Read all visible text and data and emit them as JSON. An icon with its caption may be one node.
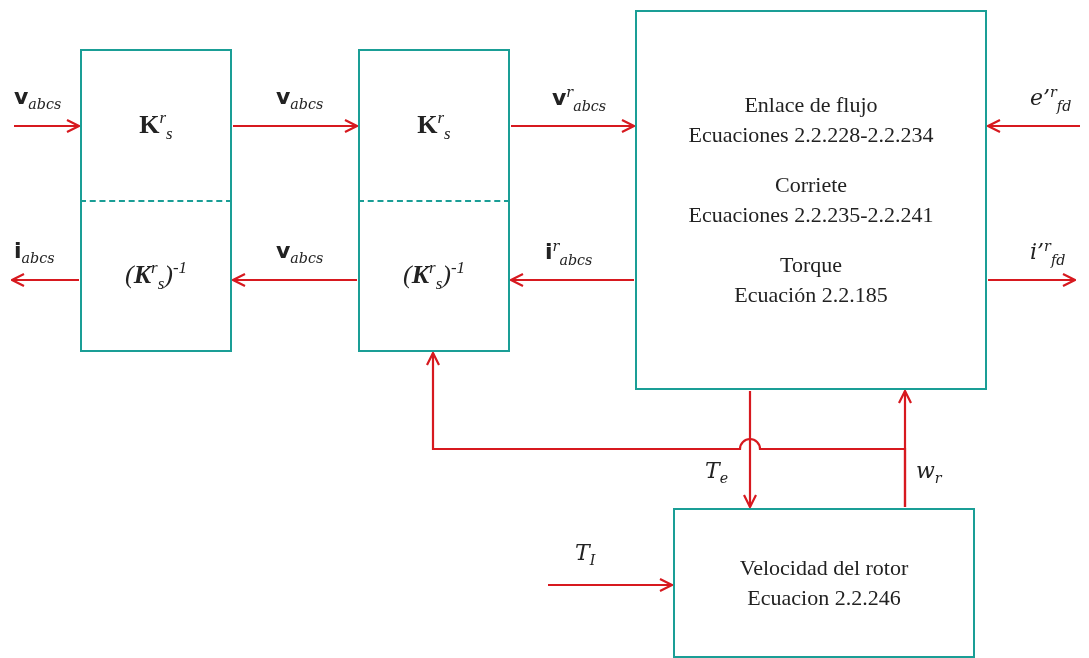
{
  "diagram": {
    "nodes": [
      {
        "text": [
          "**K**$^{r}$$_{s}$"
        ]
      },
      {
        "text": [
          "(**K**$^{r}$$_{s}$)$^{-1}$"
        ]
      },
      {
        "text": [
          "**K**$^{r}$$_{s}$"
        ]
      },
      {
        "text": [
          "(**K**$^{r}$$_{s}$)$^{-1}$"
        ]
      },
      {
        "text": [
          "Enlace de flujo",
          "Ecuaciones 2.2.228-2.2.234",
          "Corriete",
          "Ecuaciones 2.2.235-2.2.241",
          "Torque",
          "Ecuación 2.2.185"
        ]
      },
      {
        "text": [
          "Velocidad del rotor",
          "Ecuacion 2.2.246"
        ]
      }
    ],
    "edges": [
      {
        "from": null,
        "to": 0,
        "arrow": "to",
        "label": "**v**$_{abcs}$"
      },
      {
        "from": 0,
        "to": 2,
        "arrow": "to",
        "label": "**v**$_{abcs}$"
      },
      {
        "from": 2,
        "to": 4,
        "arrow": "to",
        "label": "**v**$^{r}$$_{abcs}$"
      },
      {
        "from": null,
        "to": 4,
        "arrow": "to",
        "label": "*e’*$^{r}$$_{fd}$"
      },
      {
        "from": 4,
        "to": 3,
        "arrow": "to",
        "label": "**i**$^{r}$$_{abcs}$"
      },
      {
        "from": 3,
        "to": 1,
        "arrow": "to",
        "label": "**v**$_{abcs}$"
      },
      {
        "from": 1,
        "to": null,
        "arrow": "to",
        "label": "**i**$_{abcs}$"
      },
      {
        "from": 4,
        "to": null,
        "arrow": "to",
        "label": "*i’*$^{r}$$_{fd}$"
      },
      {
        "from": 4,
        "to": 5,
        "arrow": "to",
        "label": "*T*$_{e}$"
      },
      {
        "from": 5,
        "to": 4,
        "arrow": "to",
        "label": "*w*$_{r}$"
      },
      {
        "from": 5,
        "to": 3,
        "arrow": "to"
      },
      {
        "from": null,
        "to": 5,
        "arrow": "to",
        "label": "*T*$_{I}$"
      }
    ]
  }
}
